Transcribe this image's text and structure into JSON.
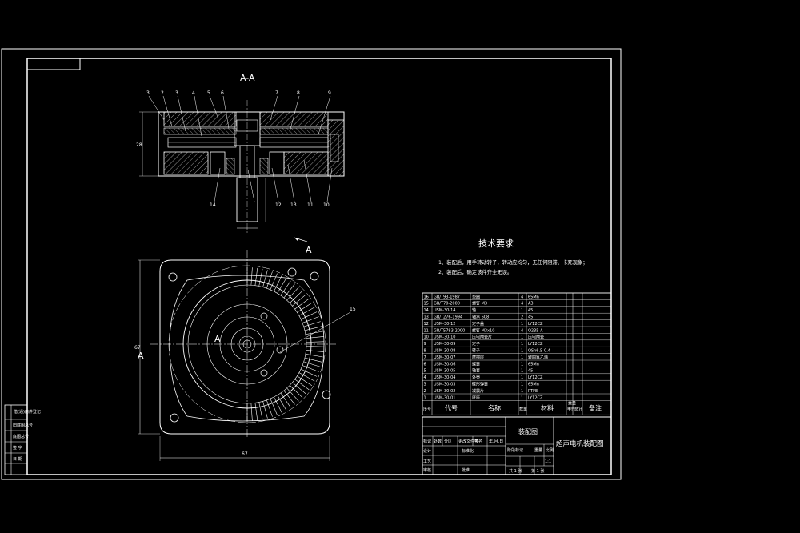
{
  "drawing": {
    "section_title": "A-A",
    "section_marker": "A",
    "balloons_top": [
      "3",
      "2",
      "3",
      "4",
      "5",
      "6",
      "7",
      "8",
      "9"
    ],
    "balloons_bottom": [
      "14",
      "13",
      "12",
      "11",
      "10"
    ],
    "balloon_right": "15",
    "dim_bottom": "67",
    "dim_left": "67",
    "dim_height": "28"
  },
  "tech": {
    "title": "技术要求",
    "lines": [
      "1、装配后，用手转动转子，转动应均匀，无任何阻滞、卡死现象；",
      "2、装配后，确定该件齐全无误。"
    ]
  },
  "bom": {
    "rows": [
      [
        "16",
        "GB/T93-1987",
        "垫圈",
        "4",
        "65Mn"
      ],
      [
        "15",
        "GB/T70-2000",
        "螺钉 M3",
        "4",
        "A3"
      ],
      [
        "14",
        "USM-30-14",
        "轴",
        "1",
        "45"
      ],
      [
        "13",
        "GB/T276-1994",
        "轴承 608",
        "2",
        "45"
      ],
      [
        "12",
        "USM-30-12",
        "定子盖",
        "1",
        "LY12CZ"
      ],
      [
        "11",
        "GB/T5783-2000",
        "螺钉 M3x10",
        "4",
        "Q235-A"
      ],
      [
        "10",
        "USM-30-10",
        "压电陶瓷片",
        "1",
        "压电陶瓷"
      ],
      [
        "9",
        "USM-30-09",
        "定子",
        "1",
        "LY12CZ"
      ],
      [
        "8",
        "USM-30-08",
        "转子",
        "1",
        "QSn6.5-0.4"
      ],
      [
        "7",
        "USM-30-07",
        "摩擦层",
        "1",
        "聚四氟乙烯"
      ],
      [
        "6",
        "USM-30-06",
        "蝶簧",
        "1",
        "65Mn"
      ],
      [
        "5",
        "USM-30-05",
        "轴套",
        "1",
        "45"
      ],
      [
        "4",
        "USM-30-04",
        "外壳",
        "1",
        "LY12CZ"
      ],
      [
        "3",
        "USM-30-03",
        "碟形弹簧",
        "1",
        "65Mn"
      ],
      [
        "2",
        "USM-30-02",
        "减震片",
        "1",
        "PTFE"
      ],
      [
        "1",
        "USM-30-01",
        "底座",
        "1",
        "LY12CZ"
      ]
    ],
    "header": [
      "序号",
      "代号",
      "名称",
      "数量",
      "材料",
      "单件",
      "总计",
      "备注"
    ],
    "header_sub": "重量"
  },
  "titleblock": {
    "drawing_type": "装配图",
    "drawing_name": "超声电机装配图",
    "row_labels": [
      "标记",
      "处数",
      "分区",
      "更改文件号",
      "签名",
      "年.月.日"
    ],
    "design": "设计",
    "standardize": "标准化",
    "review": "审核",
    "process": "工艺",
    "approve": "批准",
    "stage_mark": "阶段标记",
    "weight": "重量",
    "scale": "比例",
    "scale_value": "1:1",
    "sheet_total": "共 1 张",
    "sheet_no": "第 1 张"
  },
  "sidebar": {
    "labels": [
      "借(通)用件登记",
      "旧底图总号",
      "底图总号",
      "签 字",
      "日 期"
    ]
  }
}
